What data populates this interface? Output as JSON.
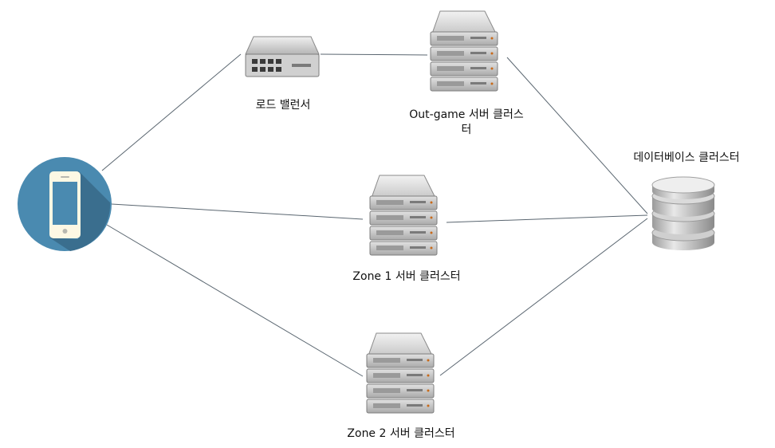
{
  "labels": {
    "load_balancer": "로드 밸런서",
    "out_game_line1": "Out-game 서버 클러스",
    "out_game_line2": "터",
    "database": "데이터베이스 클러스터",
    "zone1": "Zone 1 서버 클러스터",
    "zone2": "Zone 2 서버 클러스터"
  },
  "icons": {
    "client": "smartphone-icon",
    "load_balancer": "network-switch-icon",
    "server": "server-rack-icon",
    "database": "database-icon"
  },
  "colors": {
    "connector": "#5a6670",
    "client_circle": "#4a8ab0",
    "client_shadow": "#3a6e8e",
    "phone_body": "#fdf8e4",
    "phone_screen": "#4a8ab0",
    "server_body": "#c4c4c4",
    "server_dark": "#8c8c8c",
    "db_body": "#d6d6d6"
  }
}
